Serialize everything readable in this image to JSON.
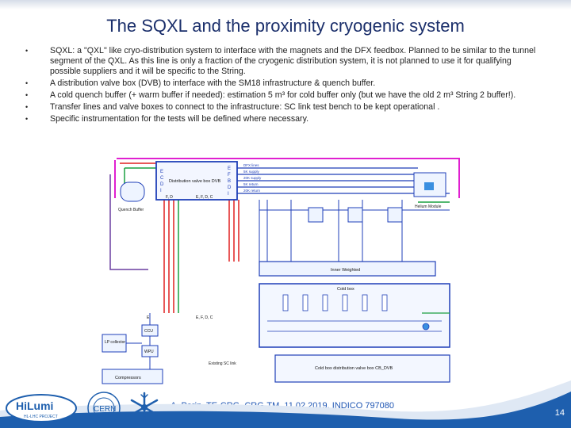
{
  "slide": {
    "title": "The SQXL and the proximity cryogenic system",
    "bullets": [
      "SQXL: a \"QXL\" like cryo-distribution system to interface with the magnets and the DFX feedbox. Planned to be similar to the tunnel segment of the QXL. As this line is only a fraction of the cryogenic distribution system, it is not planned to use it for qualifying possible suppliers and it will be specific to the String.",
      "A distribution valve box (DVB) to interface with the SM18 infrastructure & quench buffer.",
      "A cold quench buffer (+ warm buffer if needed): estimation 5 m³ for cold buffer only (but we have the old 2 m³ String 2 buffer!).",
      "Transfer lines and valve boxes to connect to the infrastructure: SC link test bench to be kept operational .",
      "Specific instrumentation for the tests will be defined where necessary."
    ],
    "bullet_symbol": "•",
    "footer": "A. Perin, TE-CRG, CRG-TM, 11.02.2019, INDICO 797080",
    "page_number": "14"
  },
  "diagram": {
    "dvb_label": "Distribution valve box DVB",
    "dvb_left_letters": [
      "E",
      "C",
      "D",
      "I"
    ],
    "dvb_right_letters": [
      "E",
      "F",
      "B",
      "D",
      "I"
    ],
    "dvb_bottom_left": "F, D",
    "dvb_bottom_right": "E, F, D, C",
    "quench_buffer": "Quench Buffer",
    "header_lines": [
      "DFX lines",
      "5K supply",
      "20K supply",
      "5K return",
      "20K return"
    ],
    "helium_module": "Helium Module",
    "inner_weighted": "Inner Weighted",
    "cold_box": "Cold box",
    "cold_box_dvb": "Cold box distribution valve box CB_DVB",
    "ccu": "CCU",
    "lp_collector": "LP collector",
    "wpu": "WPU",
    "compressors": "Compressors",
    "gas_pressure": "Existing SC link",
    "bottom_letters": "E, F, D, C",
    "bottom_left_letter": "E"
  },
  "logos": {
    "hilumi_main": "HiLumi",
    "hilumi_sub": "HL-LHC PROJECT",
    "cern": "CERN"
  },
  "colors": {
    "title": "#1b2f6b",
    "footer": "#1e55b3",
    "wave": "#1e5fae",
    "magenta": "#e020d0",
    "red": "#e02020",
    "green": "#1aa040",
    "blue": "#1f3fb8",
    "purple": "#6a3fa0"
  }
}
